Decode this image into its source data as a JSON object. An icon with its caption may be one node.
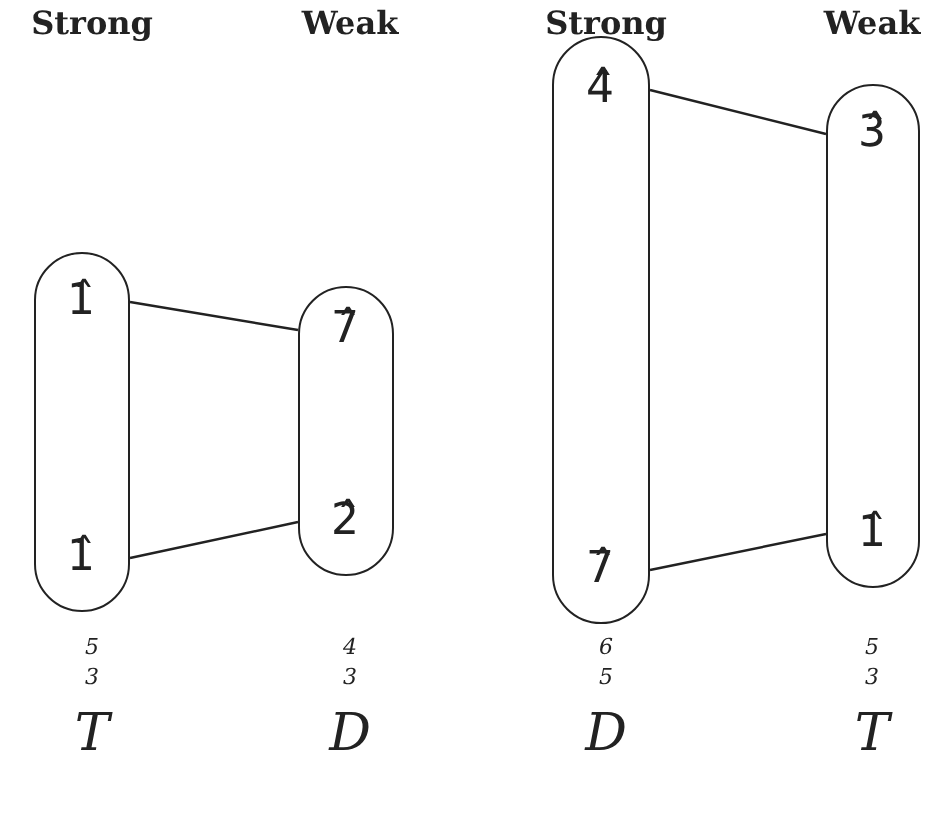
{
  "diagram": {
    "nodes": [
      {
        "text": [],
        "shape": "box"
      },
      {
        "text": [
          "1̂"
        ],
        "in": 0
      },
      {
        "text": [
          "1̂"
        ],
        "in": 0
      },
      {
        "text": [],
        "shape": "box"
      },
      {
        "text": [
          "7̂"
        ],
        "in": 3
      },
      {
        "text": [
          "2̂"
        ],
        "in": 3
      },
      {
        "text": [],
        "shape": "box"
      },
      {
        "text": [
          "4̂"
        ],
        "in": 6
      },
      {
        "text": [
          "7̂"
        ],
        "in": 6
      },
      {
        "text": [],
        "shape": "box"
      },
      {
        "text": [
          "3̂"
        ],
        "in": 9
      },
      {
        "text": [
          "1̂"
        ],
        "in": 9
      }
    ],
    "edges": [
      {
        "from": 1,
        "to": 4,
        "arrow": "none"
      },
      {
        "from": 2,
        "to": 5,
        "arrow": "none"
      },
      {
        "from": 7,
        "to": 10,
        "arrow": "none"
      },
      {
        "from": 8,
        "to": 11,
        "arrow": "none"
      }
    ],
    "labels": [
      "Strong",
      "Weak",
      "Strong",
      "Weak",
      "5",
      "4",
      "6",
      "5",
      "3",
      "3",
      "5",
      "3",
      "T",
      "D",
      "D",
      "T"
    ]
  }
}
